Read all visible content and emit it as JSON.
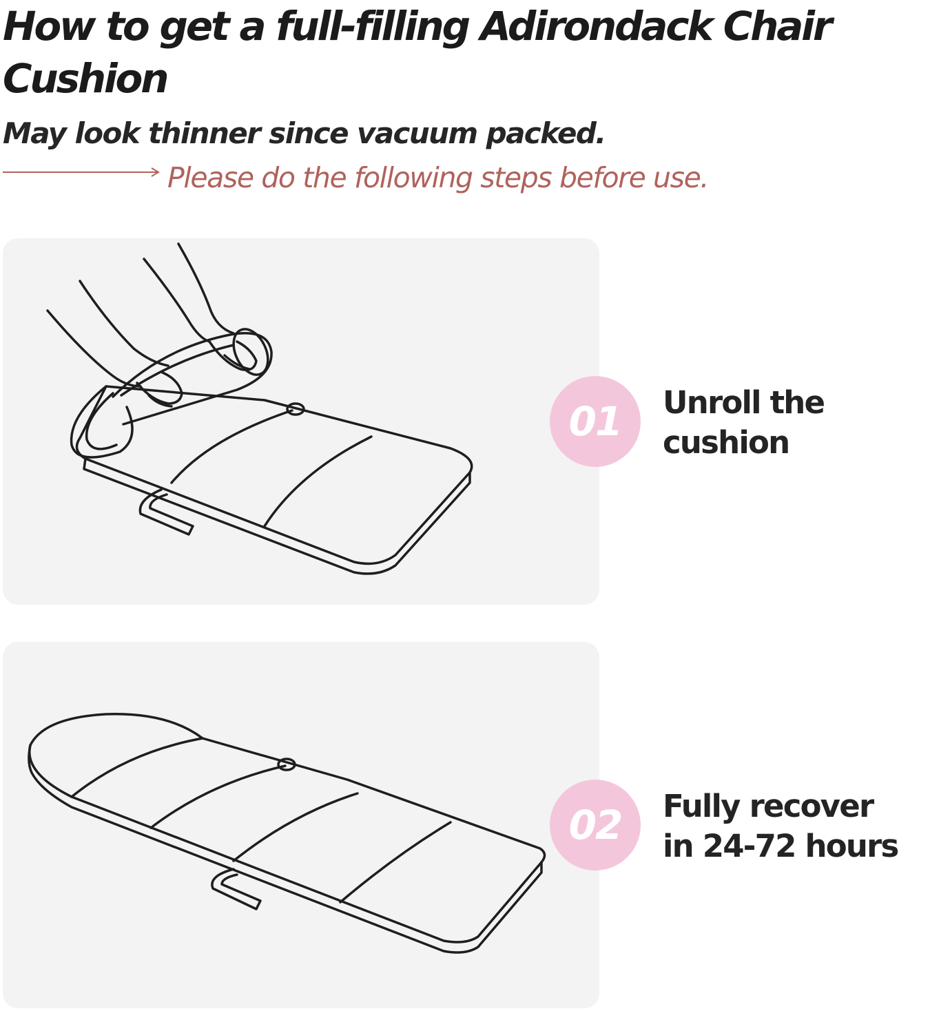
{
  "header": {
    "title": "How to get a full-filling Adirondack Chair Cushion",
    "subtitle": "May look thinner since vacuum packed.",
    "note": "Please do the following steps before use."
  },
  "steps": [
    {
      "number": "01",
      "text_lines": [
        "Unroll the",
        "cushion"
      ],
      "illustration": "hands-unrolling-cushion-illustration"
    },
    {
      "number": "02",
      "text_lines": [
        "Fully recover",
        "in 24-72 hours"
      ],
      "illustration": "flat-cushion-illustration"
    }
  ],
  "colors": {
    "accent_note": "#b0625c",
    "badge": "#f4c6dc",
    "panel": "#f3f3f3",
    "text": "#1b1b1b"
  }
}
